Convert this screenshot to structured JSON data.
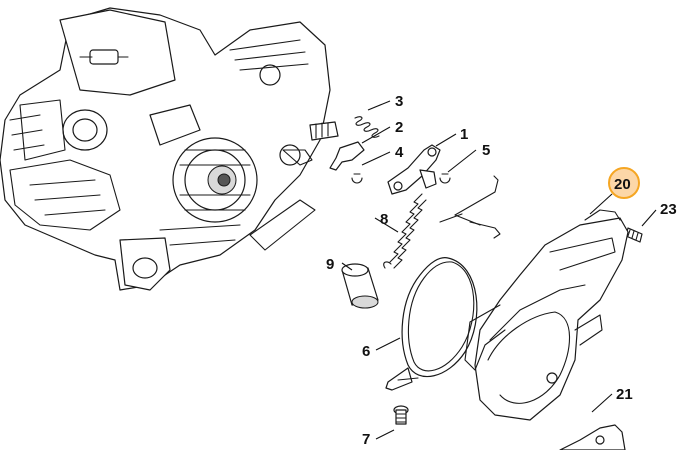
{
  "diagram": {
    "accent_color": "#f5a623",
    "highlighted_callout": "20",
    "callouts": [
      "1",
      "2",
      "3",
      "4",
      "5",
      "6",
      "7",
      "8",
      "9",
      "20",
      "21",
      "23"
    ]
  }
}
